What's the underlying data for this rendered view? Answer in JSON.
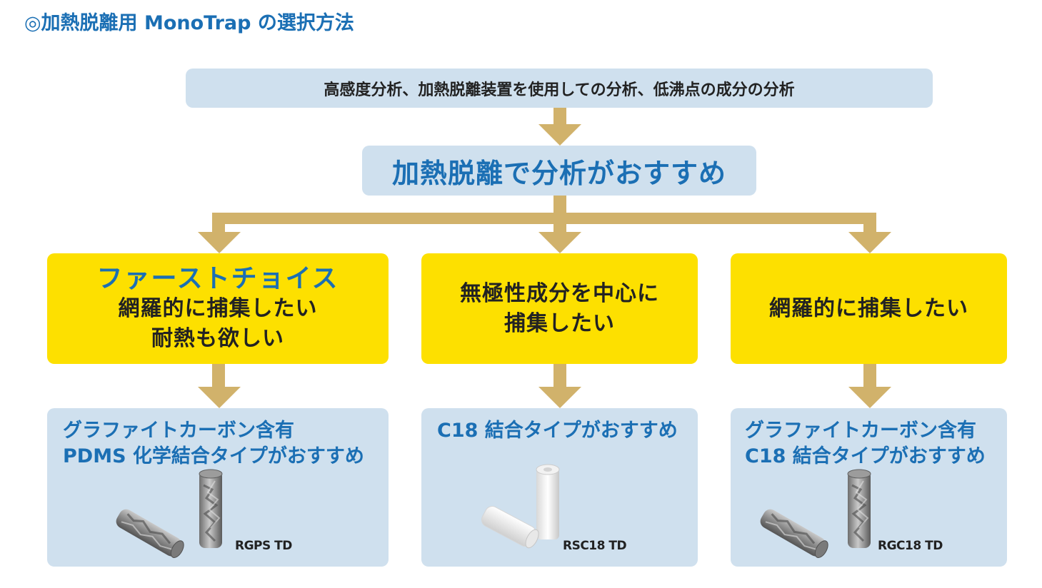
{
  "title": "◎加熱脱離用 MonoTrap の選択方法",
  "top_box": {
    "text": "高感度分析、加熱脱離装置を使用しての分析、低沸点の成分の分析"
  },
  "recommendation": {
    "text": "加熱脱離で分析がおすすめ"
  },
  "conditions": [
    {
      "first_choice": "ファーストチョイス",
      "lines": [
        "網羅的に捕集したい",
        "耐熱も欲しい"
      ]
    },
    {
      "lines": [
        "無極性成分を中心に",
        "捕集したい"
      ]
    },
    {
      "lines": [
        "網羅的に捕集したい"
      ]
    }
  ],
  "results": [
    {
      "lines": [
        "グラファイトカーボン含有",
        "PDMS 化学結合タイプがおすすめ"
      ],
      "product": "RGPS TD",
      "image": "graphite-carbon-monotrap-rods"
    },
    {
      "lines": [
        "C18 結合タイプがおすすめ"
      ],
      "product": "RSC18 TD",
      "image": "white-silica-monotrap-rods"
    },
    {
      "lines": [
        "グラファイトカーボン含有",
        "C18 結合タイプがおすすめ"
      ],
      "product": "RGC18 TD",
      "image": "graphite-carbon-monotrap-rods"
    }
  ],
  "colors": {
    "title_blue": "#1b6fb4",
    "light_box": "#cfe0ee",
    "yellow_box": "#fde000",
    "connector_tan": "#d1b26b"
  }
}
